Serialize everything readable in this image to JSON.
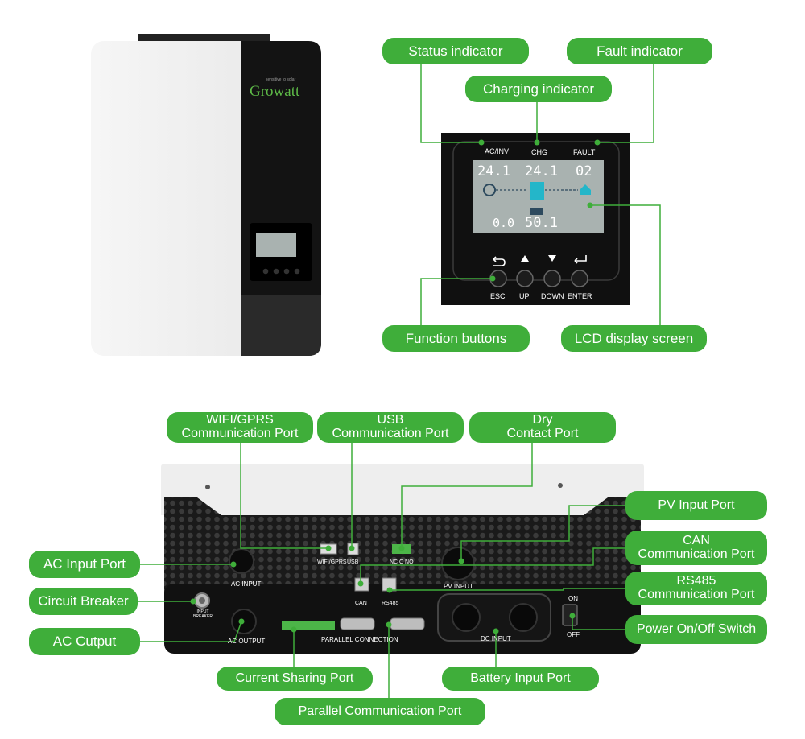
{
  "front_panel": {
    "brand": "Growatt",
    "brand_tagline": "sensitive to solar",
    "indicators": [
      "AC/INV",
      "CHG",
      "FAULT"
    ],
    "lcd_values": [
      "24.1",
      "24.1",
      "02",
      "0.0",
      "50.1"
    ],
    "buttons": [
      "ESC",
      "UP",
      "DOWN",
      "ENTER"
    ]
  },
  "top_callouts": {
    "status": "Status indicator",
    "charging": "Charging indicator",
    "fault": "Fault indicator",
    "function_buttons": "Function buttons",
    "lcd": "LCD display screen"
  },
  "bottom_callouts": {
    "wifi": "WIFI/GPRS\nCommunication Port",
    "usb": "USB\nCommunication Port",
    "dry": "Dry\nContact Port",
    "pv": "PV Input Port",
    "can": "CAN\nCommunication Port",
    "rs485": "RS485\nCommunication Port",
    "power_switch": "Power On/Off Switch",
    "ac_input": "AC Input Port",
    "breaker": "Circuit Breaker",
    "ac_output": "AC Cutput",
    "current_sharing": "Current Sharing Port",
    "battery": "Battery Input Port",
    "parallel": "Parallel Communication Port"
  },
  "rear_labels": {
    "ac_input": "AC INPUT",
    "breaker": "INPUT BREAKER",
    "ac_output": "AC OUTPUT",
    "wifi": "WIFI/GPRS",
    "usb": "USB",
    "dry": "NC C NO",
    "pv": "PV INPUT",
    "can": "CAN",
    "rs485": "RS485",
    "parallel": "PARALLEL CONNECTION",
    "dc": "DC INPUT",
    "on": "ON",
    "off": "OFF"
  },
  "colors": {
    "accent": "#3fae3a",
    "panel_black": "#111111",
    "lcd": "#a9b2b0"
  }
}
